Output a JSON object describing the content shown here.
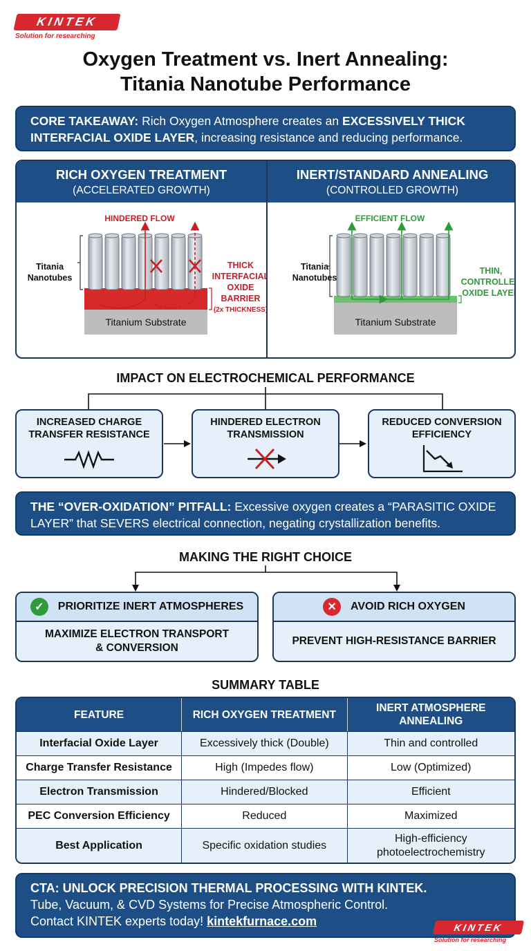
{
  "brand": {
    "name": "KINTEK",
    "tagline": "Solution for researching",
    "colors": {
      "brand_red": "#d8272e",
      "navy": "#1d4e86",
      "light_blue": "#e6f0fa"
    }
  },
  "title": {
    "line1": "Oxygen Treatment vs. Inert Annealing:",
    "line2": "Titania Nanotube Performance"
  },
  "core": {
    "label": "CORE TAKEAWAY:",
    "text1": " Rich Oxygen Atmosphere creates an ",
    "bold": "EXCESSIVELY THICK INTERFACIAL OXIDE LAYER",
    "text2": ", increasing resistance and reducing performance."
  },
  "comparison": {
    "left": {
      "heading": "RICH OXYGEN TREATMENT",
      "subheading": "(ACCELERATED GROWTH)",
      "flow_label": "HINDERED FLOW",
      "tubes_label_1": "Titania",
      "tubes_label_2": "Nanotubes",
      "barrier_1": "THICK",
      "barrier_2": "INTERFACIAL",
      "barrier_3": "OXIDE",
      "barrier_4": "BARRIER",
      "barrier_5": "(2x THICKNESS)",
      "substrate": "Titanium Substrate"
    },
    "right": {
      "heading": "INERT/STANDARD ANNEALING",
      "subheading": "(CONTROLLED GROWTH)",
      "flow_label": "EFFICIENT FLOW",
      "tubes_label_1": "Titania",
      "tubes_label_2": "Nanotubes",
      "layer_1": "THIN,",
      "layer_2": "CONTROLLED",
      "layer_3": "OXIDE LAYER",
      "substrate": "Titanium Substrate"
    }
  },
  "impact": {
    "title": "IMPACT ON ELECTROCHEMICAL PERFORMANCE",
    "items": [
      {
        "line1": "INCREASED CHARGE",
        "line2": "TRANSFER RESISTANCE",
        "icon": "resistor-icon"
      },
      {
        "line1": "HINDERED ELECTRON",
        "line2": "TRANSMISSION",
        "icon": "blocked-arrow-icon"
      },
      {
        "line1": "REDUCED CONVERSION",
        "line2": "EFFICIENCY",
        "icon": "declining-chart-icon"
      }
    ]
  },
  "pitfall": {
    "label": "THE “OVER-OXIDATION” PITFALL:",
    "text": " Excessive oxygen creates a “PARASITIC OXIDE LAYER” that SEVERS electrical connection, negating crystallization benefits."
  },
  "choice": {
    "title": "MAKING THE RIGHT CHOICE",
    "good": {
      "heading": "PRIORITIZE INERT ATMOSPHERES",
      "line1": "MAXIMIZE ELECTRON TRANSPORT",
      "line2": "& CONVERSION",
      "icon": "check-icon"
    },
    "bad": {
      "heading": "AVOID RICH OXYGEN",
      "line1": "PREVENT HIGH-RESISTANCE BARRIER",
      "icon": "x-icon"
    }
  },
  "summary": {
    "title": "SUMMARY TABLE",
    "headers": [
      "FEATURE",
      "RICH OXYGEN TREATMENT",
      "INERT ATMOSPHERE ANNEALING"
    ],
    "rows": [
      [
        "Interfacial Oxide Layer",
        "Excessively thick (Double)",
        "Thin and controlled"
      ],
      [
        "Charge Transfer Resistance",
        "High (Impedes flow)",
        "Low (Optimized)"
      ],
      [
        "Electron Transmission",
        "Hindered/Blocked",
        "Efficient"
      ],
      [
        "PEC Conversion Efficiency",
        "Reduced",
        "Maximized"
      ],
      [
        "Best Application",
        "Specific oxidation studies",
        "High-efficiency photoelectrochemistry"
      ]
    ]
  },
  "cta": {
    "line1": "CTA: UNLOCK PRECISION THERMAL PROCESSING WITH KINTEK.",
    "line2": "Tube, Vacuum, & CVD Systems for Precise Atmospheric Control.",
    "line3": "Contact KINTEK experts today! ",
    "link": "kintekfurnace.com"
  }
}
